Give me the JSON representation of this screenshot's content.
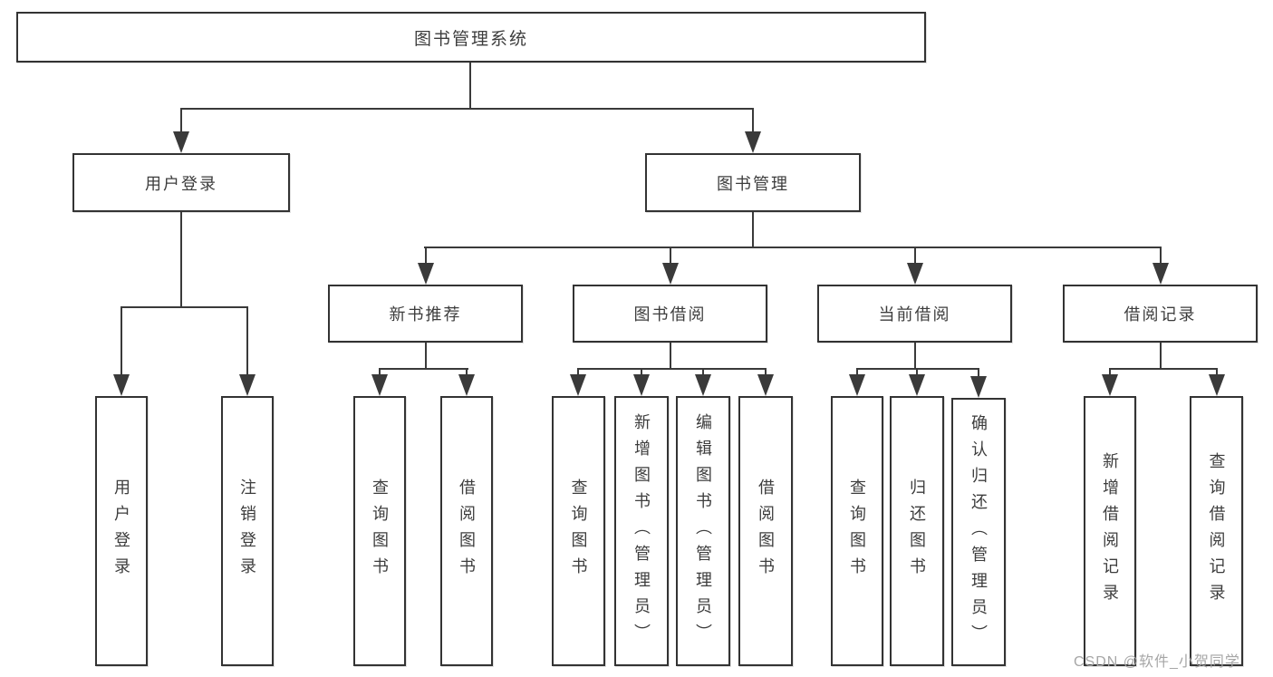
{
  "tree": {
    "root": "图书管理系统",
    "level2": [
      {
        "label": "用户登录",
        "children": [
          "用户登录",
          "注销登录"
        ]
      },
      {
        "label": "图书管理",
        "children": [
          {
            "label": "新书推荐",
            "children": [
              "查询图书",
              "借阅图书"
            ]
          },
          {
            "label": "图书借阅",
            "children": [
              "查询图书",
              "新增图书（管理员）",
              "编辑图书（管理员）",
              "借阅图书"
            ]
          },
          {
            "label": "当前借阅",
            "children": [
              "查询图书",
              "归还图书",
              "确认归还（管理员）"
            ]
          },
          {
            "label": "借阅记录",
            "children": [
              "新增借阅记录",
              "查询借阅记录"
            ]
          }
        ]
      }
    ]
  },
  "watermark": "CSDN @软件_小贺同学",
  "colors": {
    "line": "#3a3a3a",
    "box_border": "#333333",
    "text": "#3d3d3d",
    "background": "#ffffff",
    "watermark": "#a6a6a6"
  }
}
